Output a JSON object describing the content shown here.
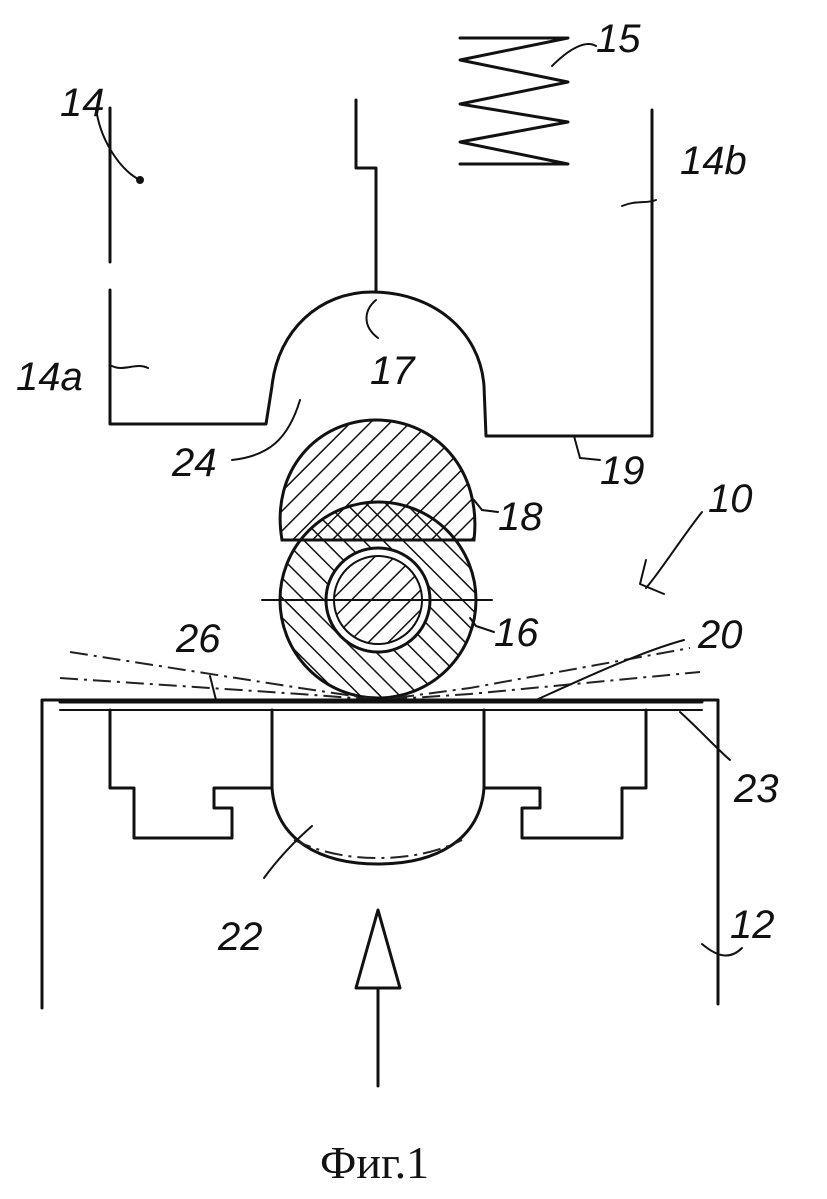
{
  "caption": "Фиг.1",
  "labels": {
    "l14": "14",
    "l14a": "14a",
    "l14b": "14b",
    "l15": "15",
    "l17": "17",
    "l24": "24",
    "l19": "19",
    "l18": "18",
    "l10": "10",
    "l16": "16",
    "l20": "20",
    "l26": "26",
    "l23": "23",
    "l22": "22",
    "l12": "12"
  }
}
